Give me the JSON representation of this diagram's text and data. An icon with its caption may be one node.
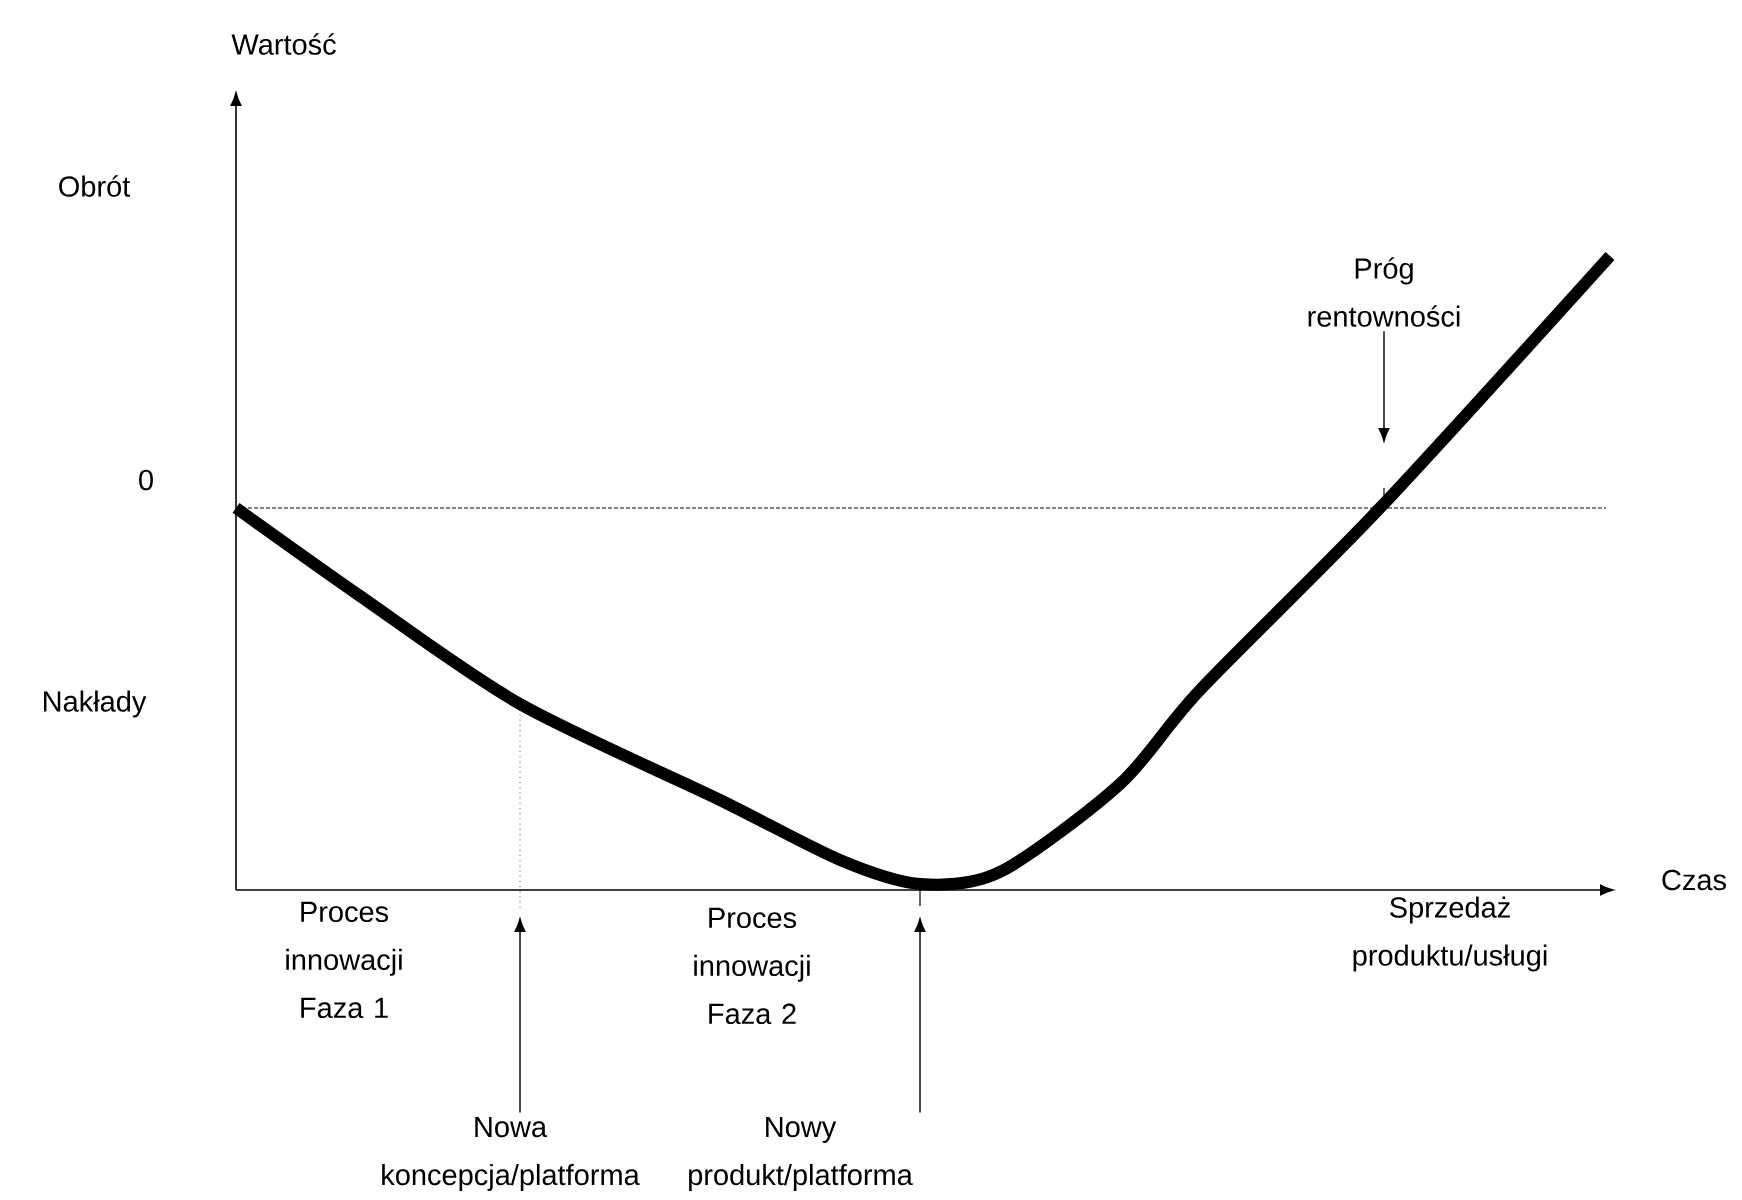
{
  "diagram": {
    "nodes": [
      {
        "text": [
          "Próg rentowności"
        ]
      },
      {
        "text": [
          "Nowa koncepcja/platforma"
        ]
      },
      {
        "text": [
          "Nowy produkt/platforma"
        ]
      }
    ],
    "edges": [
      {
        "from": 0,
        "to": null,
        "arrow": "to"
      },
      {
        "from": 1,
        "to": null,
        "arrow": "to"
      },
      {
        "from": 2,
        "to": null,
        "arrow": "to"
      }
    ],
    "labels": [
      "Wartość",
      "Obrót",
      "0",
      "Nakłady",
      "Czas",
      "Proces innowacji Faza 1",
      "Proces innowacji Faza 2",
      "Sprzedaż produktu/usługi"
    ]
  }
}
